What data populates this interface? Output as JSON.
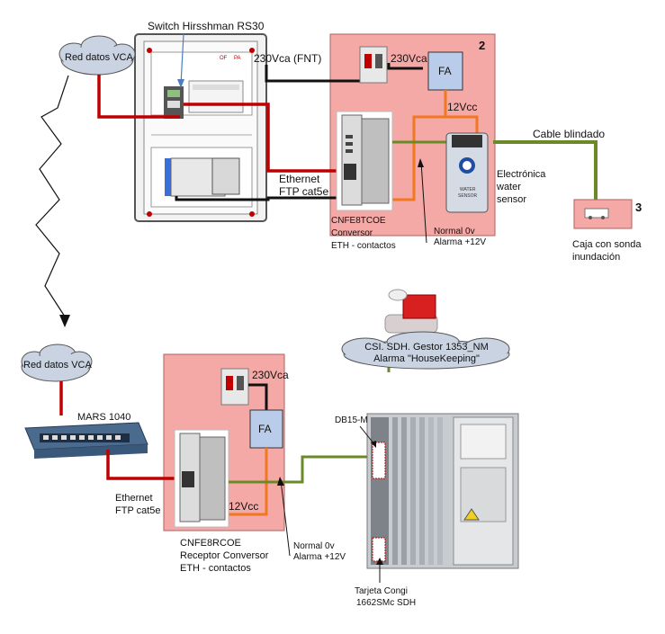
{
  "colors": {
    "red_cable": "#c00000",
    "black_cable": "#111111",
    "green_cable": "#6a8a2a",
    "orange_cable": "#f07820",
    "pink_panel": "#f4a9a6",
    "blue_box": "#b9cdea",
    "cloud_fill": "#c9d3e2"
  },
  "top": {
    "switch_label": "Switch Hirsshman RS30",
    "cloud_label": "Red datos VCA",
    "panel_number": "2",
    "feed_label": "230Vca (FNT)",
    "breaker_label": "230Vca",
    "fa_label": "FA",
    "vcc_label": "12Vcc",
    "cable_label": "Cable blindado",
    "ethernet_label": "Ethernet",
    "ftp_label": "FTP cat5e",
    "sensor_label_1": "Electrónica",
    "sensor_label_2": "water",
    "sensor_label_3": "sensor",
    "sensor_face_1": "WATER",
    "sensor_face_2": "SENSOR",
    "conv_label_1": "CNFE8TCOE",
    "conv_label_2": "Conversor",
    "conv_label_3": "ETH - contactos",
    "normal_label": "Normal  0v",
    "alarma_label": "Alarma +12V",
    "caja_number": "3",
    "caja_label_1": "Caja con sonda",
    "caja_label_2": "inundación",
    "cabinet_marks": [
      "OF",
      "PA"
    ]
  },
  "bottom": {
    "cloud_label": "Red datos VCA",
    "mars_label": "MARS 1040",
    "breaker_label": "230Vca",
    "fa_label": "FA",
    "vcc_label": "12Vcc",
    "ethernet_label": "Ethernet",
    "ftp_label": "FTP cat5e",
    "conv_label_1": "CNFE8RCOE",
    "conv_label_2": "Receptor Conversor",
    "conv_label_3": "ETH - contactos",
    "normal_label": "Normal  0v",
    "alarma_label": "Alarma +12V",
    "csi_label_1": "CSI. SDH. Gestor 1353_NM",
    "csi_label_2": "Alarma \"HouseKeeping\"",
    "db15_label": "DB15-M",
    "tarjeta_label_1": "Tarjeta Congi",
    "tarjeta_label_2": "1662SMc SDH"
  }
}
